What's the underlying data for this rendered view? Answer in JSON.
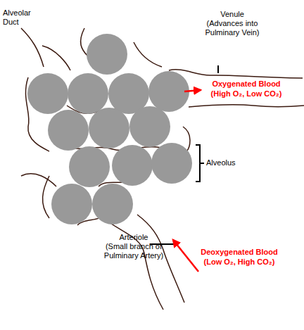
{
  "diagram": {
    "labels": [
      "Alveolar Duct",
      "Venule",
      "(Advances into Pulminary Vein)",
      "Oxygenated Blood",
      "(High O₂, Low CO₂)",
      "Alveolus",
      "Arteriole",
      "(Small branch of Pulminary Artery)",
      "Deoxygenated Blood",
      "(Low O₂, High CO₂)"
    ]
  }
}
